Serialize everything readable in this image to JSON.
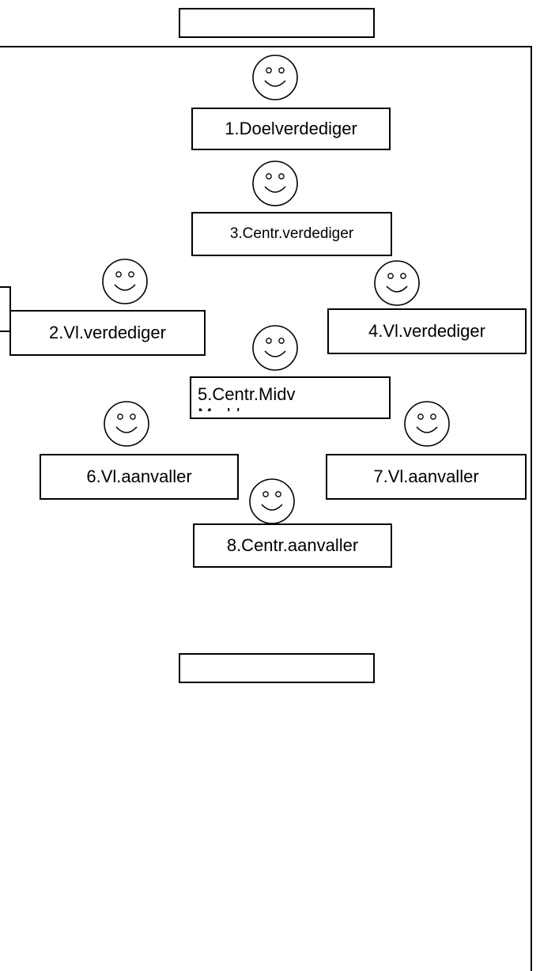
{
  "goals": {
    "top": {
      "label": ""
    },
    "bottom": {
      "label": ""
    }
  },
  "players": [
    {
      "id": "p1",
      "label": "1.Doelverdediger"
    },
    {
      "id": "p3",
      "label": "3.Centr.verdediger"
    },
    {
      "id": "p2",
      "label": "2.Vl.verdediger"
    },
    {
      "id": "p4",
      "label": "4.Vl.verdediger"
    },
    {
      "id": "p5",
      "label": "5.Centr.Midv",
      "overflow_line": "Mvddv..."
    },
    {
      "id": "p6",
      "label": "6.Vl.aanvaller"
    },
    {
      "id": "p7",
      "label": "7.Vl.aanvaller"
    },
    {
      "id": "p8",
      "label": "8.Centr.aanvaller"
    }
  ],
  "icons": {
    "player": "smiley-face-icon"
  }
}
